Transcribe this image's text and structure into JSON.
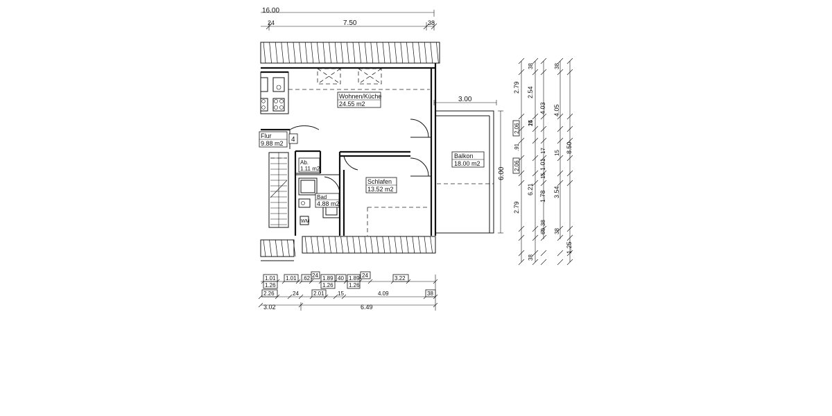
{
  "rooms": {
    "wohnen": {
      "name": "Wohnen/Küche",
      "area": "24.55 m2"
    },
    "flur": {
      "name": "Flur",
      "area": "9.88 m2",
      "marker": "4"
    },
    "ab": {
      "name": "Ab.",
      "area": "1.11 m2"
    },
    "schlafen": {
      "name": "Schlafen",
      "area": "13.52 m2"
    },
    "bad": {
      "name": "Bad",
      "area": "4.88 m2"
    },
    "balkon": {
      "name": "Balkon",
      "area": "18.00 m2"
    },
    "wm": "WM"
  },
  "dims_top": {
    "total": "16.00",
    "left": "24",
    "mid": "7.50",
    "right": "38"
  },
  "balkon_width": "3.00",
  "balkon_depth": "6.00",
  "dims_right": {
    "col1": [
      "2.79",
      "2.79",
      "38"
    ],
    "col1_boxes": [
      "2.06",
      "2.06"
    ],
    "col2": [
      "2.54",
      "24",
      ".91",
      "1.01",
      "15",
      "1.78",
      "38",
      "60",
      "38"
    ],
    "col3": [
      "4.03",
      "6.21"
    ],
    "col4": [
      "4.05",
      "15",
      "17",
      "15",
      "3.54",
      "38",
      "38"
    ],
    "col5": [
      "8.50",
      "1.25"
    ]
  },
  "dims_bottom": {
    "row1": [
      "1.01",
      "1.01",
      ".62",
      "24",
      "1.89",
      "40",
      "1.89",
      "24",
      "3.22"
    ],
    "row2": [
      "1.26",
      "1.26",
      "1.26"
    ],
    "row3": [
      "2.26",
      "24",
      "2.01",
      "15",
      "4.09",
      "38"
    ],
    "row4": [
      "3.02",
      "6.49"
    ]
  }
}
